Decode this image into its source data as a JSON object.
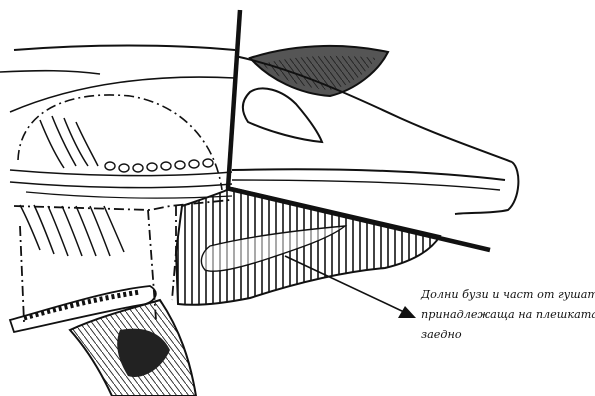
{
  "caption": {
    "line1": "Долни бузи и част от гушата,",
    "line2": "принадлежаща на плешката,",
    "line3": "заедно"
  },
  "colors": {
    "ink": "#111111",
    "background": "#ffffff"
  }
}
